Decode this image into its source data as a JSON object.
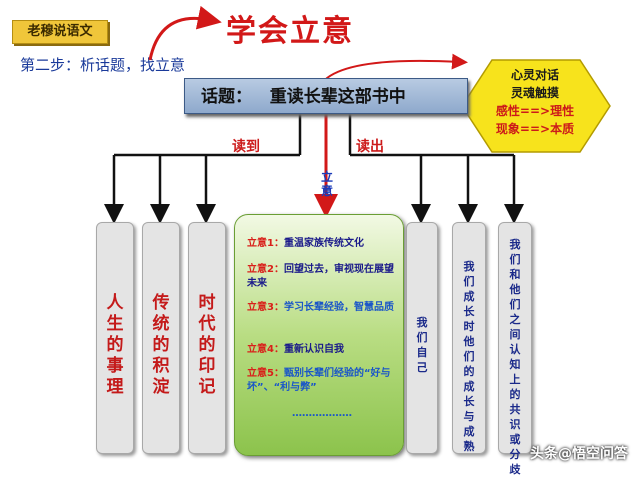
{
  "badge": "老穆说语文",
  "step": "第二步：析话题，找立意",
  "handwritten": "学会立意",
  "topic": "话题：   重读长辈这部书中",
  "hexagon": {
    "lines": [
      "心灵对话",
      "灵魂触摸",
      "感性==>理性",
      "现象==>本质"
    ]
  },
  "labels": {
    "read_to": "读到",
    "read_out": "读出",
    "liyi": "立意"
  },
  "left_columns": [
    "人生的事理",
    "传统的积淀",
    "时代的印记"
  ],
  "right_columns": [
    "我们自己",
    "我们成长时他们的成长与成熟",
    "我们和他们之间认知上的共识或分歧"
  ],
  "liyi_items": [
    {
      "label": "立意1：",
      "text": "重温家族传统文化",
      "style": "txt"
    },
    {
      "label": "立意2：",
      "text": "回望过去，审视现在展望未来",
      "style": "txt"
    },
    {
      "label": "立意3：",
      "text": "学习长辈经验，智慧品质",
      "style": "blue"
    },
    {
      "label": "立意4：",
      "text": "重新认识自我",
      "style": "txt"
    },
    {
      "label": "立意5：",
      "text": "甄别长辈们经验的“好与坏”、“利与弊”",
      "style": "blue"
    }
  ],
  "ellipsis": "………………",
  "watermark": "头条@悟空问答",
  "colors": {
    "red": "#cc1a1a",
    "navy": "#1b2a8a",
    "gold": "#f7e31c",
    "green": "#8cc34c"
  }
}
